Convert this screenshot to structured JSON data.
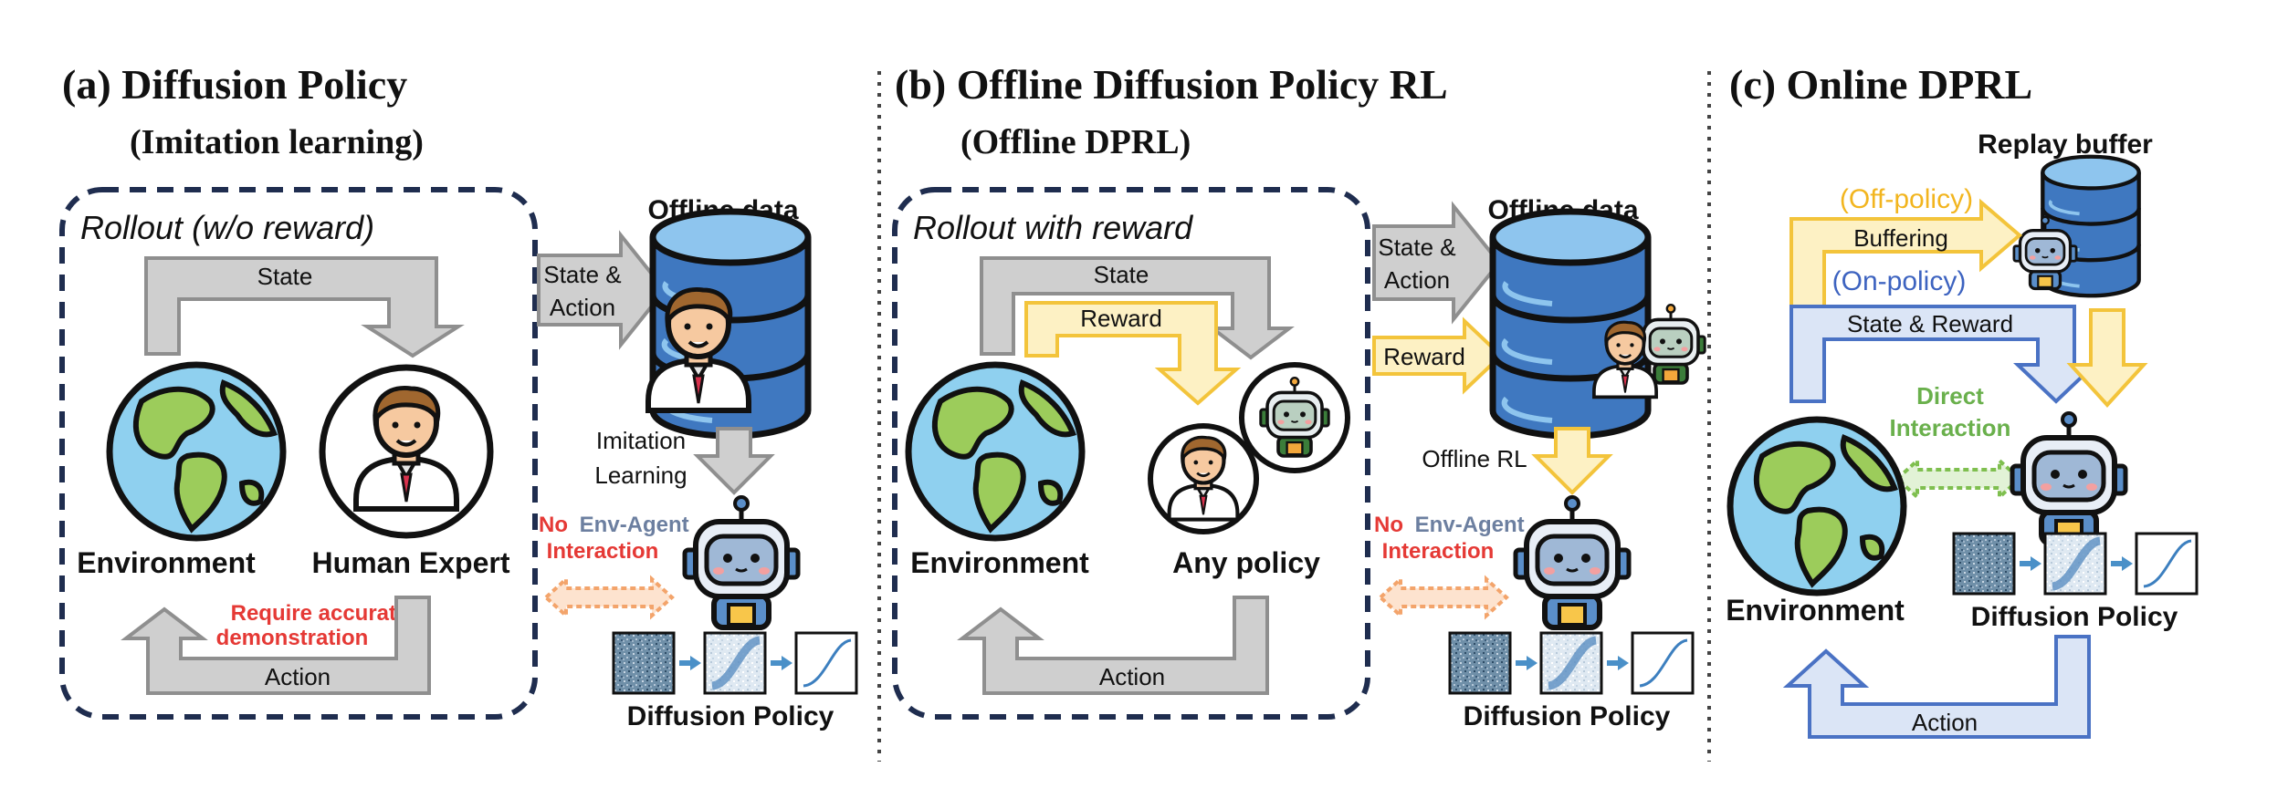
{
  "panel_a": {
    "title": "(a) Diffusion Policy",
    "subtitle": "(Imitation learning)",
    "rollout_label": "Rollout (w/o reward)",
    "state_label": "State",
    "action_label": "Action",
    "environment_label": "Environment",
    "expert_label": "Human Expert",
    "require_line1": "Require accurate",
    "require_line2": "demonstration",
    "sa_line1": "State &",
    "sa_line2": "Action",
    "offline_data_label": "Offline data",
    "imitation_line1": "Imitation",
    "imitation_line2": "Learning",
    "no_label": "No",
    "env_agent_label": "Env-Agent",
    "interaction_label": "Interaction",
    "diffusion_policy_label": "Diffusion Policy"
  },
  "panel_b": {
    "title": "(b) Offline Diffusion Policy RL",
    "subtitle": "(Offline DPRL)",
    "rollout_label": "Rollout with reward",
    "state_label": "State",
    "reward_label": "Reward",
    "action_label": "Action",
    "environment_label": "Environment",
    "any_policy_label": "Any policy",
    "sa_line1": "State &",
    "sa_line2": "Action",
    "reward_arrow_label": "Reward",
    "offline_data_label": "Offline data",
    "offline_rl_label": "Offline RL",
    "no_label": "No",
    "env_agent_label": "Env-Agent",
    "interaction_label": "Interaction",
    "diffusion_policy_label": "Diffusion Policy"
  },
  "panel_c": {
    "title": "(c) Online DPRL",
    "replay_buffer_label": "Replay buffer",
    "off_policy_label": "(Off-policy)",
    "buffering_label": "Buffering",
    "on_policy_label": "(On-policy)",
    "state_reward_label": "State & Reward",
    "direct_line1": "Direct",
    "direct_line2": "Interaction",
    "environment_label": "Environment",
    "diffusion_policy_label": "Diffusion Policy",
    "action_label": "Action"
  },
  "colors": {
    "navy": "#1f2d4f",
    "gray_arrow": "#cfcfcf",
    "gray_stroke": "#8f8f8f",
    "yellow_fill": "#fdf1c4",
    "yellow_stroke": "#f3c43b",
    "yellow_text": "#f2b51f",
    "blue_fill": "#dbe5f6",
    "blue_stroke": "#4a72c4",
    "blue_text": "#3d63c0",
    "red_text": "#e53935",
    "green_text": "#6ab04c",
    "orange_stroke": "#f3a46b"
  }
}
